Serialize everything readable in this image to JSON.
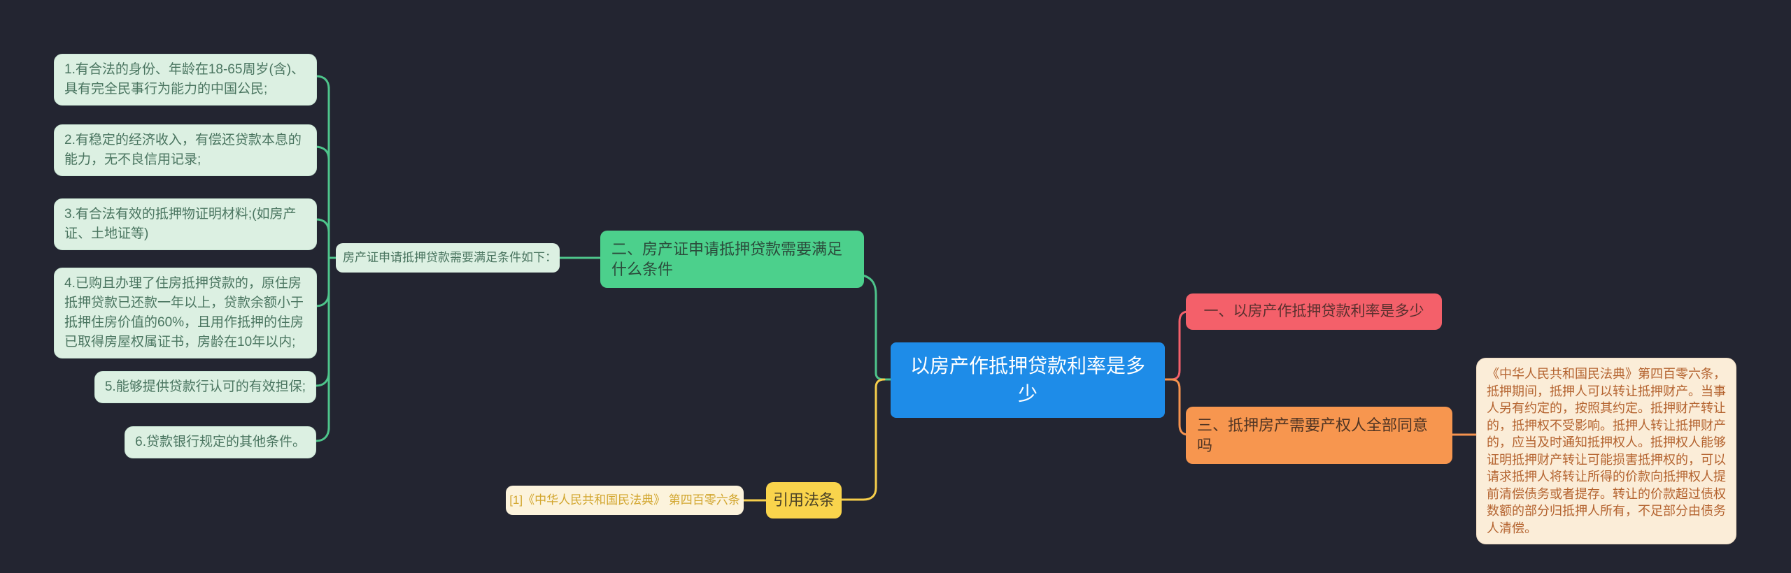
{
  "app": {
    "type": "mindmap",
    "background_color": "#232531"
  },
  "colors": {
    "connector_green": "#4EC58B",
    "connector_yellow": "#F6CE4B",
    "connector_red": "#F4606A",
    "connector_orange": "#F5924E",
    "center_blue": "#1E8CE8",
    "branch_green": "#4CD08C",
    "branch_red": "#F4606A",
    "branch_orange": "#F7964F",
    "branch_yellow": "#F9D44C",
    "condition_bg": "#DCF0E2",
    "cream_bg": "#FBEDD8"
  },
  "center_topic": {
    "text": "以房产作抵押贷款利率是多少"
  },
  "branches": {
    "branch1": {
      "text": "一、以房产作抵押贷款利率是多少"
    },
    "branch2": {
      "text": "二、房产证申请抵押贷款需要满足什么条件"
    },
    "branch3": {
      "text": "三、抵押房产需要产权人全部同意吗"
    }
  },
  "conditions": {
    "label": "房产证申请抵押贷款需要满足条件如下：",
    "items": [
      "1.有合法的身份、年龄在18-65周岁(含)、具有完全民事行为能力的中国公民;",
      "2.有稳定的经济收入，有偿还贷款本息的能力，无不良信用记录;",
      "3.有合法有效的抵押物证明材料;(如房产证、土地证等)",
      "4.已购且办理了住房抵押贷款的，原住房抵押贷款已还款一年以上，贷款余额小于抵押住房价值的60%，且用作抵押的住房已取得房屋权属证书，房龄在10年以内;",
      "5.能够提供贷款行认可的有效担保;",
      "6.贷款银行规定的其他条件。"
    ]
  },
  "law_reference": {
    "node": "引用法条",
    "label": "[1]《中华人民共和国民法典》 第四百零六条"
  },
  "law_excerpt": {
    "text": "《中华人民共和国民法典》第四百零六条，抵押期间，抵押人可以转让抵押财产。当事人另有约定的，按照其约定。抵押财产转让的，抵押权不受影响。抵押人转让抵押财产的，应当及时通知抵押权人。抵押权人能够证明抵押财产转让可能损害抵押权的，可以请求抵押人将转让所得的价款向抵押权人提前清偿债务或者提存。转让的价款超过债权数额的部分归抵押人所有，不足部分由债务人清偿。"
  }
}
